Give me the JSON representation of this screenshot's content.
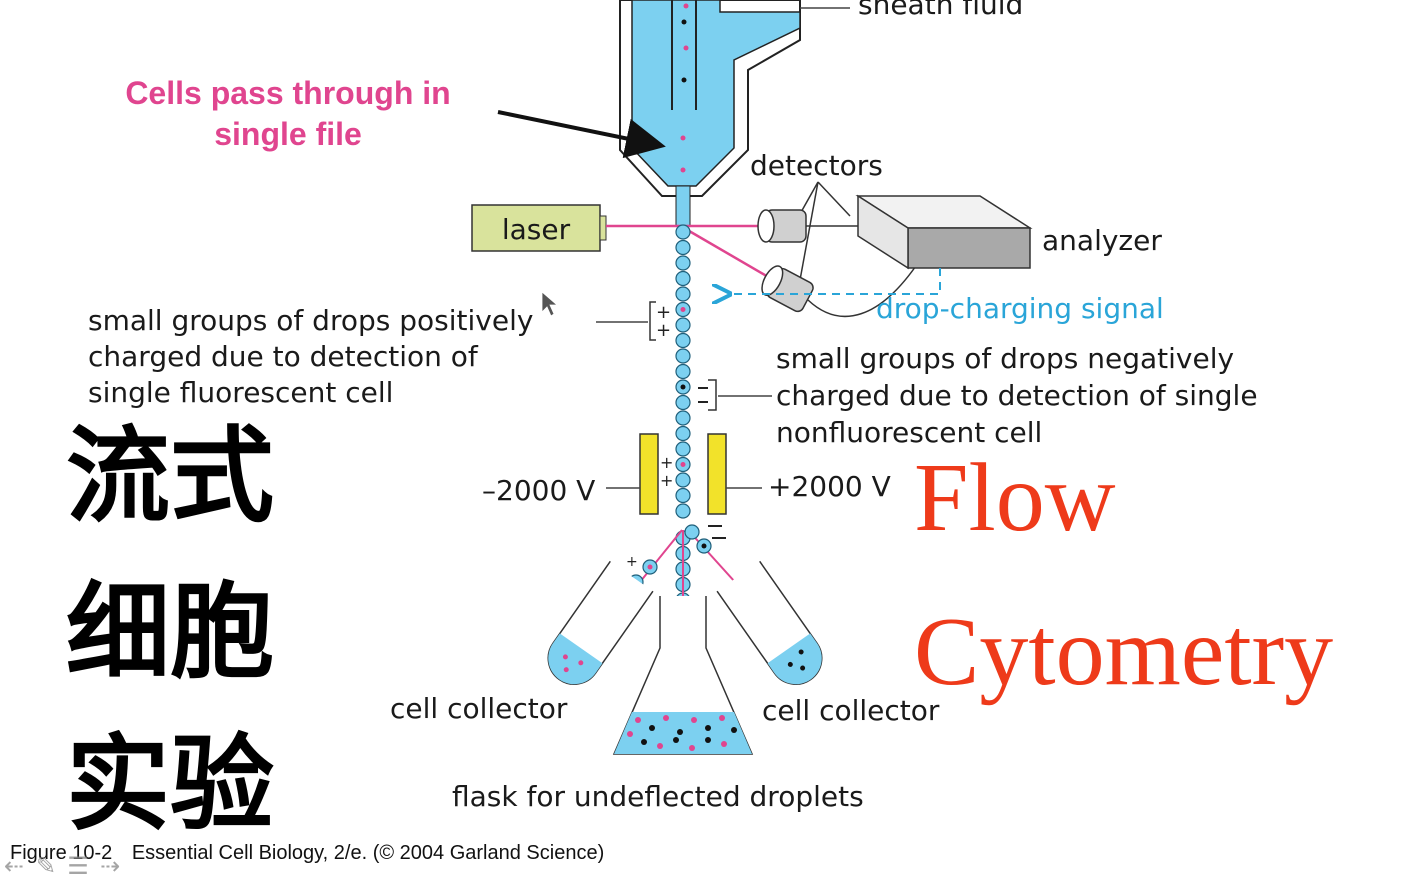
{
  "labels": {
    "sheath_fluid": "sheath fluid",
    "cells_single_file_line1": "Cells pass through in",
    "cells_single_file_line2": "single file",
    "detectors": "detectors",
    "laser": "laser",
    "analyzer": "analyzer",
    "drop_charging_signal": "drop-charging signal",
    "positive_drops_line1": "small groups of drops positively",
    "positive_drops_line2": "charged due to detection of",
    "positive_drops_line3": "single fluorescent cell",
    "negative_drops_line1": "small groups of drops negatively",
    "negative_drops_line2": "charged due to detection of single",
    "negative_drops_line3": "nonfluorescent cell",
    "voltage_negative": "–2000 V",
    "voltage_positive": "+2000 V",
    "cell_collector_left": "cell collector",
    "cell_collector_right": "cell collector",
    "flask": "flask for undeflected droplets"
  },
  "overlay": {
    "chinese_line1": "流式",
    "chinese_line2": "细胞",
    "chinese_line3": "实验",
    "english_line1": "Flow",
    "english_line2": "Cytometry"
  },
  "caption": {
    "figure": "Figure 10-2",
    "source": "Essential Cell Biology, 2/e. (© 2004 Garland Science)"
  },
  "colors": {
    "fluid": "#7cd0f0",
    "cell_pink": "#e0458f",
    "laser_box": "#d9e39c",
    "plate_yellow": "#f2e22a",
    "title_red": "#ee3a1a",
    "signal_cyan": "#2aa5d8"
  },
  "icons": [
    "slide-prev-icon",
    "pen-icon",
    "menu-icon",
    "slide-next-icon"
  ]
}
